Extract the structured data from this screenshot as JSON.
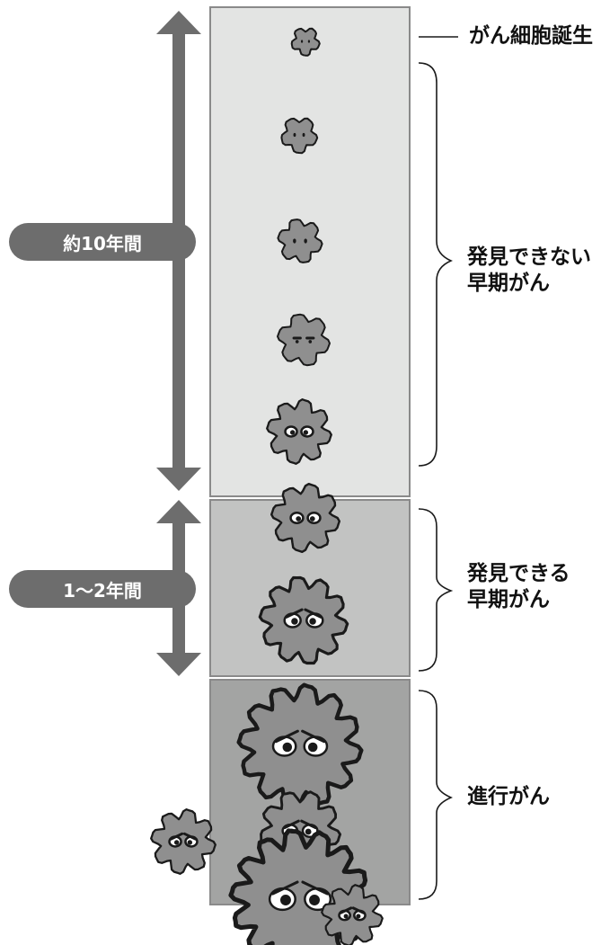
{
  "durations": {
    "early_undetectable_period": "約10年間",
    "early_detectable_period": "1〜2年間"
  },
  "stages": {
    "birth": "がん細胞誕生",
    "undetectable_line1": "発見できない",
    "undetectable_line2": "早期がん",
    "detectable_line1": "発見できる",
    "detectable_line2": "早期がん",
    "advanced": "進行がん"
  },
  "colors": {
    "band_light": "#e3e4e3",
    "band_mid": "#c2c3c2",
    "band_dark": "#a3a4a3",
    "arrow": "#6d6d6d",
    "cell_fill": "#8f8f8f",
    "outline": "#1a1a1a"
  },
  "icons": [
    "double-arrow-icon",
    "cancer-cell-icon",
    "brace-icon"
  ]
}
